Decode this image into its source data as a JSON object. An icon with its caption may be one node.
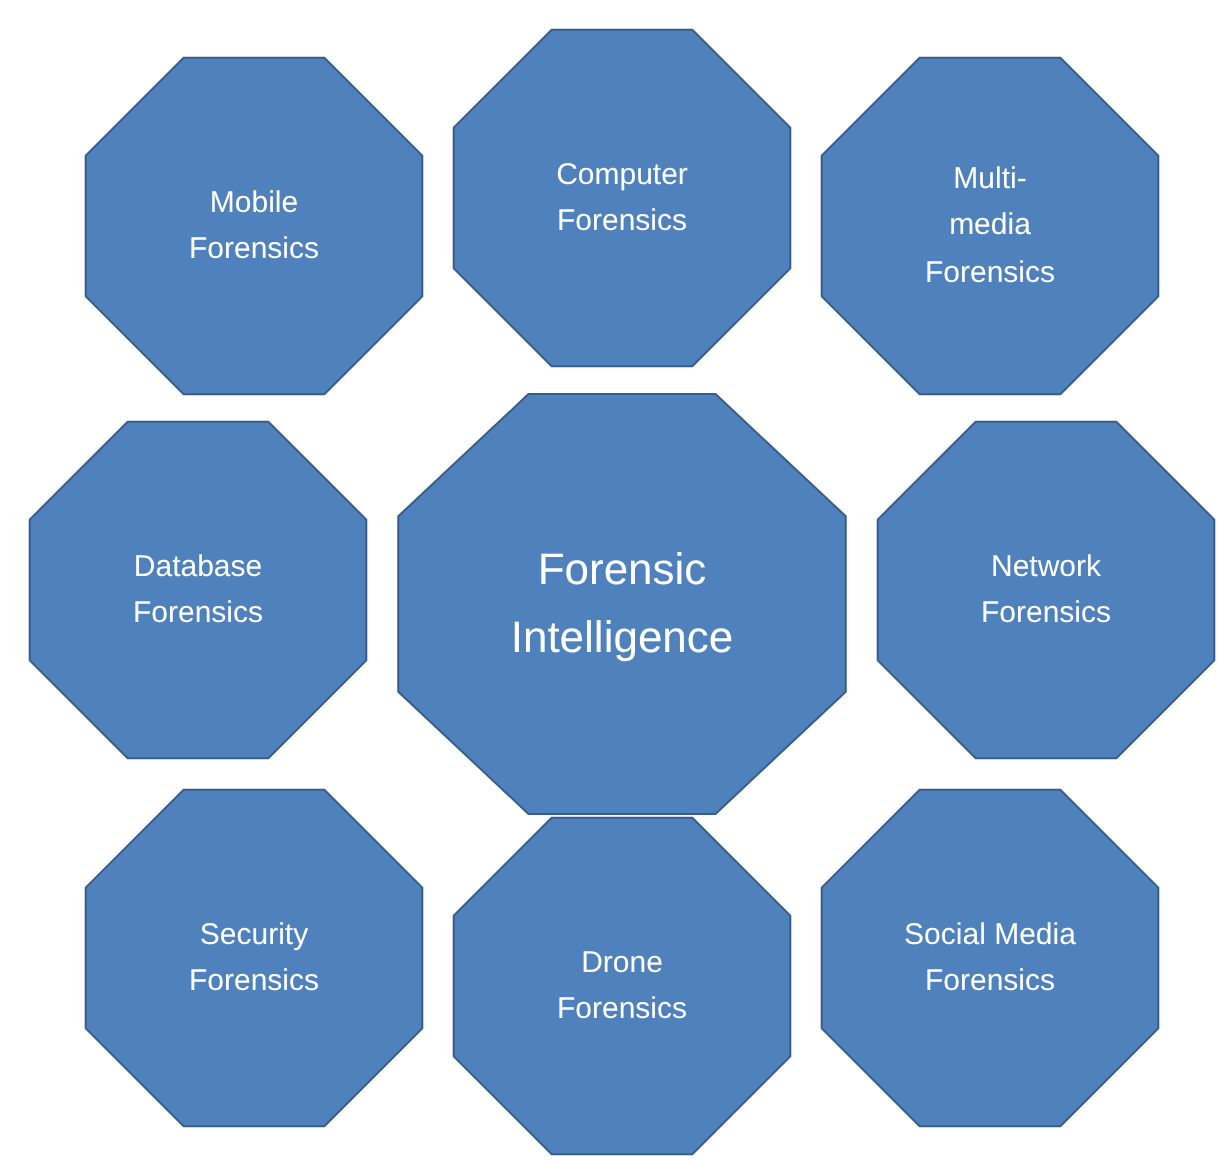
{
  "diagram": {
    "nodes": [
      {
        "text": [
          "Mobile Forensics"
        ]
      },
      {
        "text": [
          "Computer Forensics"
        ]
      },
      {
        "text": [
          "Multi- media Forensics"
        ]
      },
      {
        "text": [
          "Database Forensics"
        ]
      },
      {
        "text": [
          "Forensic Intelligence"
        ]
      },
      {
        "text": [
          "Network Forensics"
        ]
      },
      {
        "text": [
          "Security Forensics"
        ]
      },
      {
        "text": [
          "Drone Forensics"
        ]
      },
      {
        "text": [
          "Social Media Forensics"
        ]
      }
    ]
  }
}
